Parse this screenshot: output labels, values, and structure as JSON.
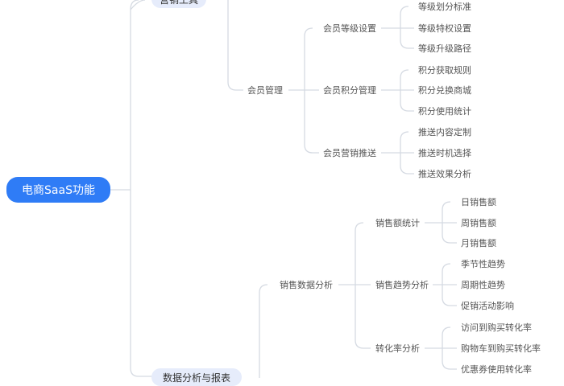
{
  "root": "电商SaaS功能",
  "branch_top": {
    "label": "营销工具",
    "child": {
      "label": "会员管理",
      "groups": [
        {
          "label": "会员等级设置",
          "items": [
            "等级划分标准",
            "等级特权设置",
            "等级升级路径"
          ]
        },
        {
          "label": "会员积分管理",
          "items": [
            "积分获取规则",
            "积分兑换商城",
            "积分使用统计"
          ]
        },
        {
          "label": "会员营销推送",
          "items": [
            "推送内容定制",
            "推送时机选择",
            "推送效果分析"
          ]
        }
      ]
    }
  },
  "branch_bottom": {
    "label": "数据分析与报表",
    "child": {
      "label": "销售数据分析",
      "groups": [
        {
          "label": "销售额统计",
          "items": [
            "日销售额",
            "周销售额",
            "月销售额"
          ]
        },
        {
          "label": "销售趋势分析",
          "items": [
            "季节性趋势",
            "周期性趋势",
            "促销活动影响"
          ]
        },
        {
          "label": "转化率分析",
          "items": [
            "访问到购买转化率",
            "购物车到购买转化率",
            "优惠券使用转化率"
          ]
        }
      ]
    }
  },
  "colors": {
    "root": "#2f7cf6",
    "pill": "#e6ecfb",
    "line": "#d5dae2"
  }
}
